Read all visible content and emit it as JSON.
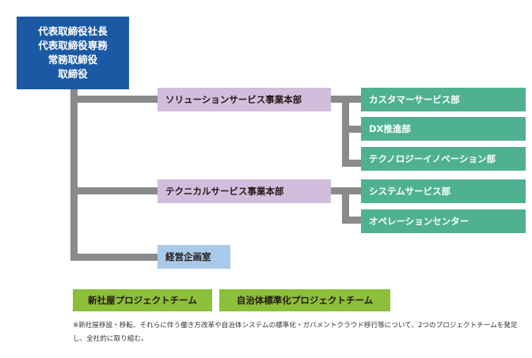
{
  "executives": [
    "代表取締役社長",
    "代表取締役専務",
    "常務取締役",
    "取締役"
  ],
  "divisions": [
    {
      "label": "ソリューションサービス事業本部",
      "departments": [
        "カスタマーサービス部",
        "DX推進部",
        "テクノロジーイノベーション部"
      ]
    },
    {
      "label": "テクニカルサービス事業本部",
      "departments": [
        "システムサービス部",
        "オペレーションセンター"
      ]
    }
  ],
  "office": "経営企画室",
  "projects": [
    "新社屋プロジェクトチーム",
    "自治体標準化プロジェクトチーム"
  ],
  "note": "※新社屋移設・移転、それらに伴う働き方改革や自治体システムの標準化・ガバメントクラウド移行等について、2つのプロジェクトチームを発足し、全社的に取り組む。",
  "colors": {
    "executive": "#1a5aa5",
    "division": "#d3bddd",
    "department": "#4fb191",
    "office": "#a8c9ea",
    "project": "#8cbf3a",
    "connector": "#8a8a8a"
  }
}
